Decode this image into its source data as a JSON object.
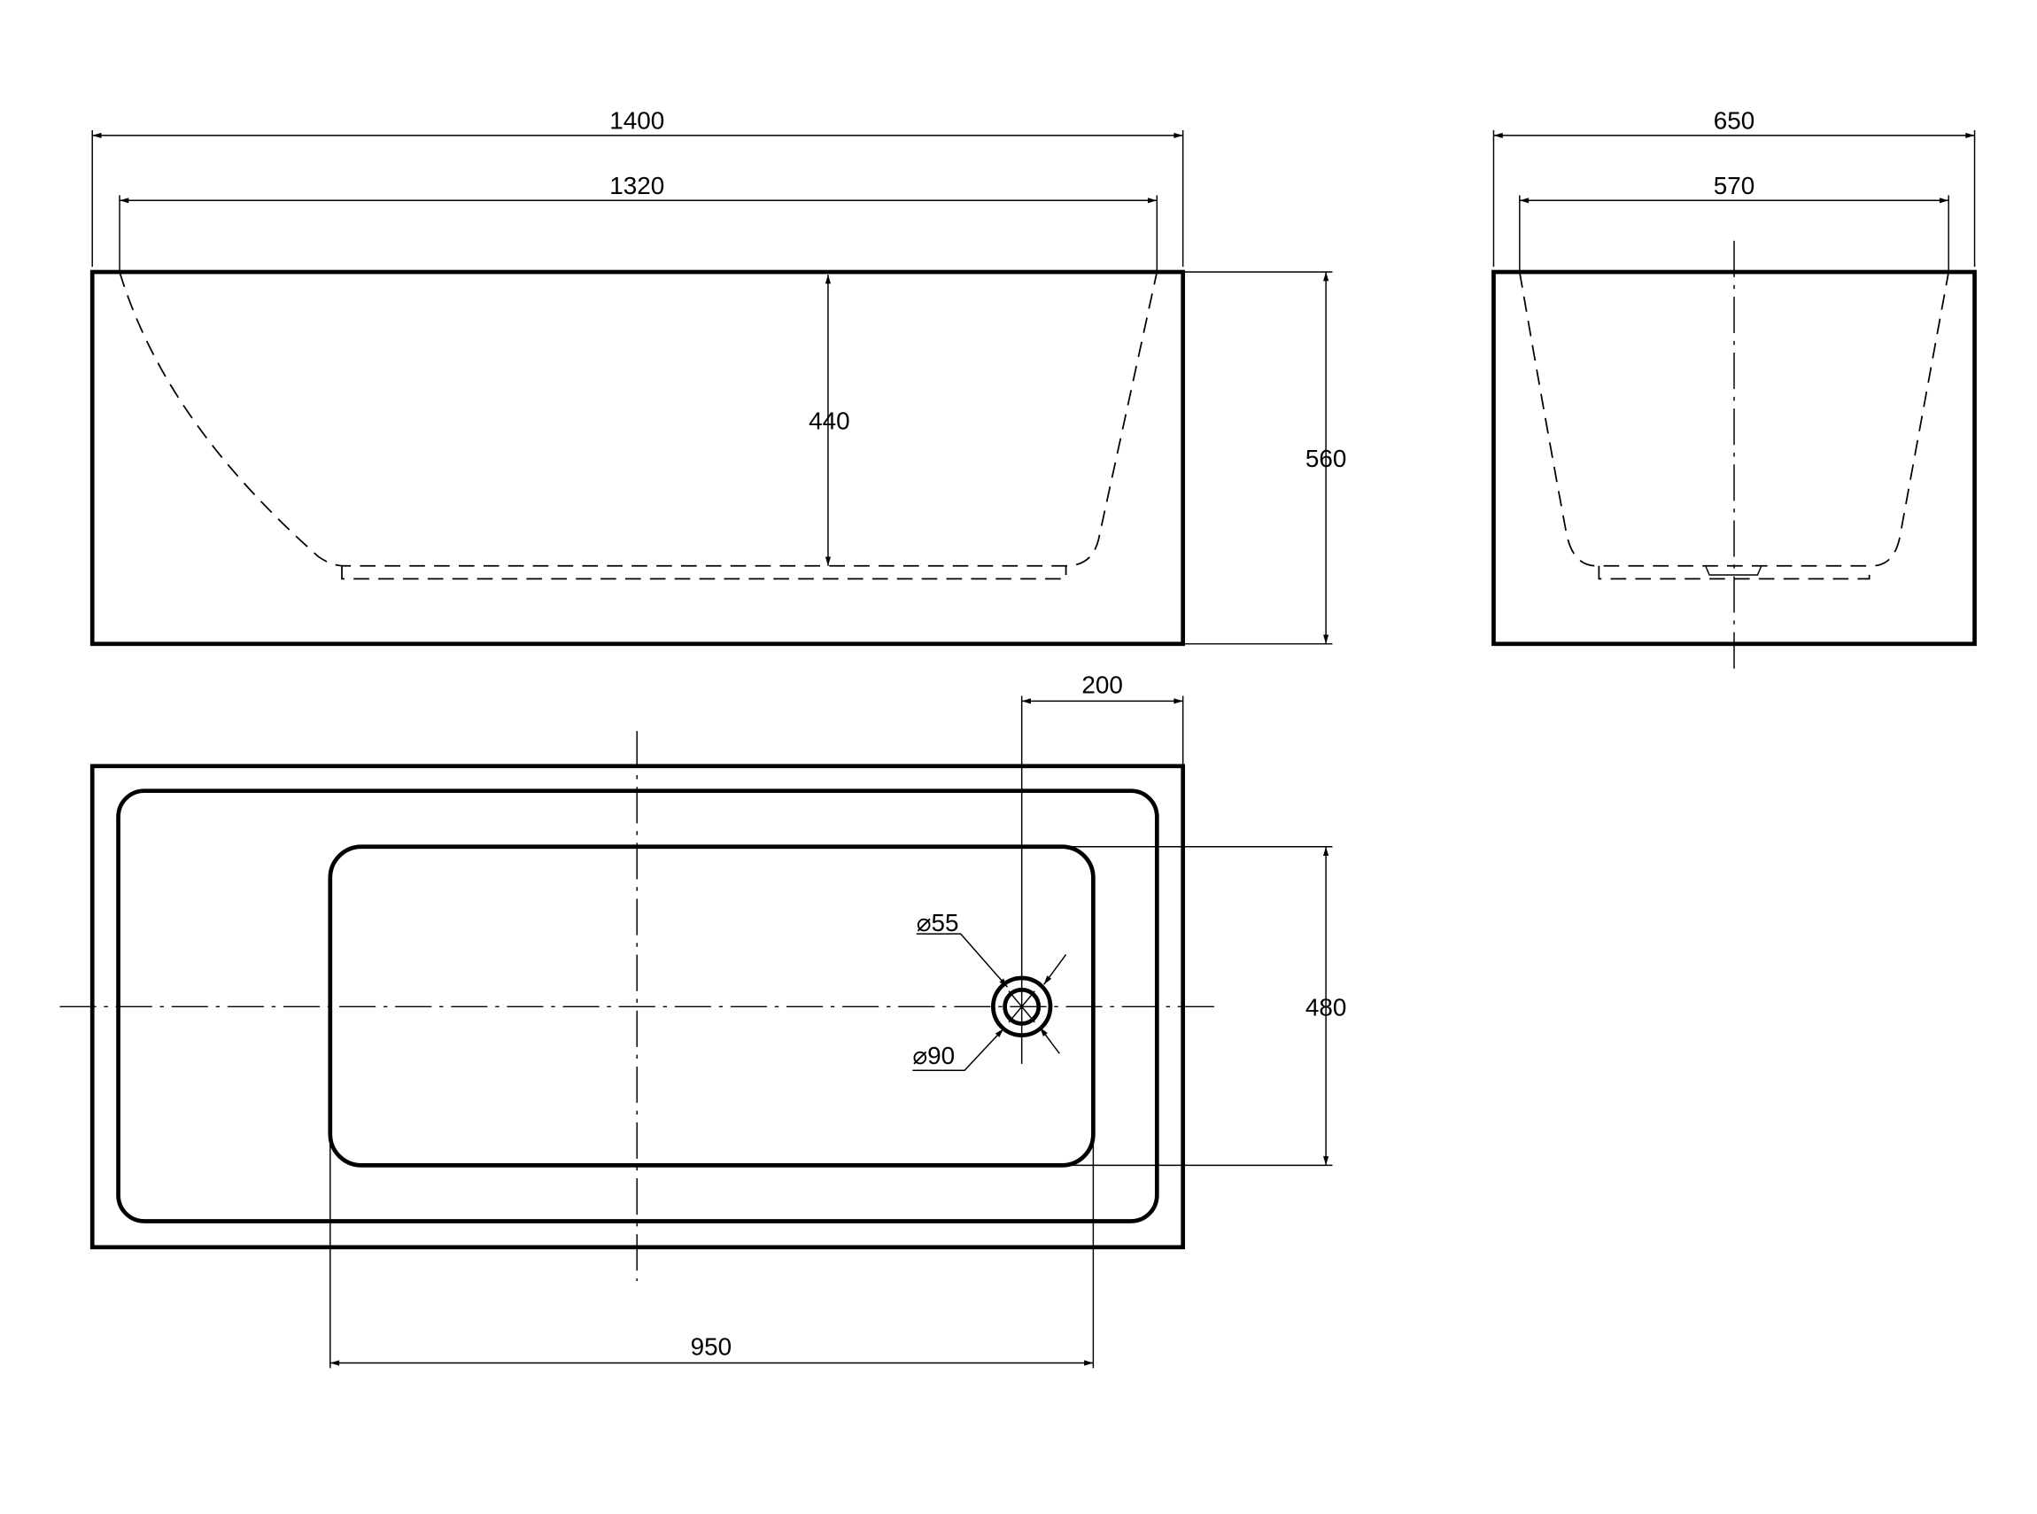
{
  "drawing": {
    "side_view": {
      "overall_length": "1400",
      "inner_length": "1320",
      "inner_depth": "440",
      "overall_height": "560"
    },
    "end_view": {
      "overall_width": "650",
      "inner_width": "570"
    },
    "top_view": {
      "drain_offset": "200",
      "basin_width": "480",
      "basin_length": "950",
      "drain_inner_diameter": "⌀55",
      "drain_outer_diameter": "⌀90"
    }
  }
}
